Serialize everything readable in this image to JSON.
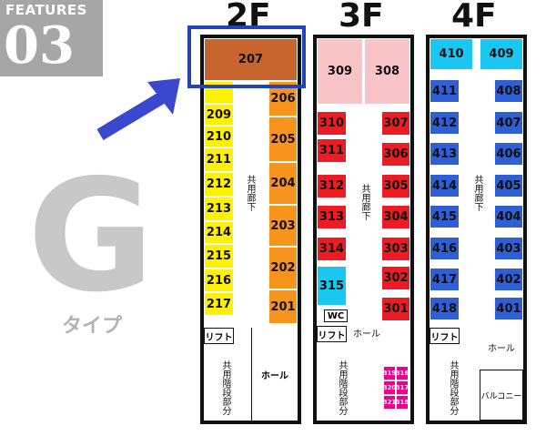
{
  "badge": {
    "caption": "FEATURES",
    "number": "03"
  },
  "type": {
    "letter": "G",
    "label": "タイプ"
  },
  "floors": {
    "f2": "2F",
    "f3": "3F",
    "f4": "4F"
  },
  "rooms2": {
    "r207": "207",
    "r209": "209",
    "r210": "210",
    "r211": "211",
    "r212": "212",
    "r213": "213",
    "r214": "214",
    "r215": "215",
    "r216": "216",
    "r217": "217",
    "r206": "206",
    "r205": "205",
    "r204": "204",
    "r203": "203",
    "r202": "202",
    "r201": "201"
  },
  "rooms3": {
    "r309": "309",
    "r308": "308",
    "r310": "310",
    "r311": "311",
    "r312": "312",
    "r313": "313",
    "r314": "314",
    "r315": "315",
    "r307": "307",
    "r306": "306",
    "r305": "305",
    "r304": "304",
    "r303": "303",
    "r302": "302",
    "r301": "301",
    "r316": "316",
    "r317": "317",
    "r318": "318",
    "r319": "319",
    "r320": "320",
    "r321": "321"
  },
  "rooms4": {
    "r410": "410",
    "r409": "409",
    "r411": "411",
    "r412": "412",
    "r413": "413",
    "r414": "414",
    "r415": "415",
    "r416": "416",
    "r417": "417",
    "r418": "418",
    "r408": "408",
    "r407": "407",
    "r406": "406",
    "r405": "405",
    "r404": "404",
    "r403": "403",
    "r402": "402",
    "r401": "401"
  },
  "labels": {
    "corridor": "共用廊下",
    "lift": "リフト",
    "hall": "ホール",
    "stairs": "共用階段部分",
    "wc": "WC",
    "balcony": "バルコニー"
  },
  "colors": {
    "yellow": "#fff200",
    "orange": "#f7941d",
    "red": "#ed1c24",
    "pink": "#f8c4c8",
    "cyan": "#1ac6f2",
    "blue": "#2e5fd6",
    "brown": "#c8642e",
    "magenta": "#ec008c",
    "highlight": "#2244bb"
  }
}
